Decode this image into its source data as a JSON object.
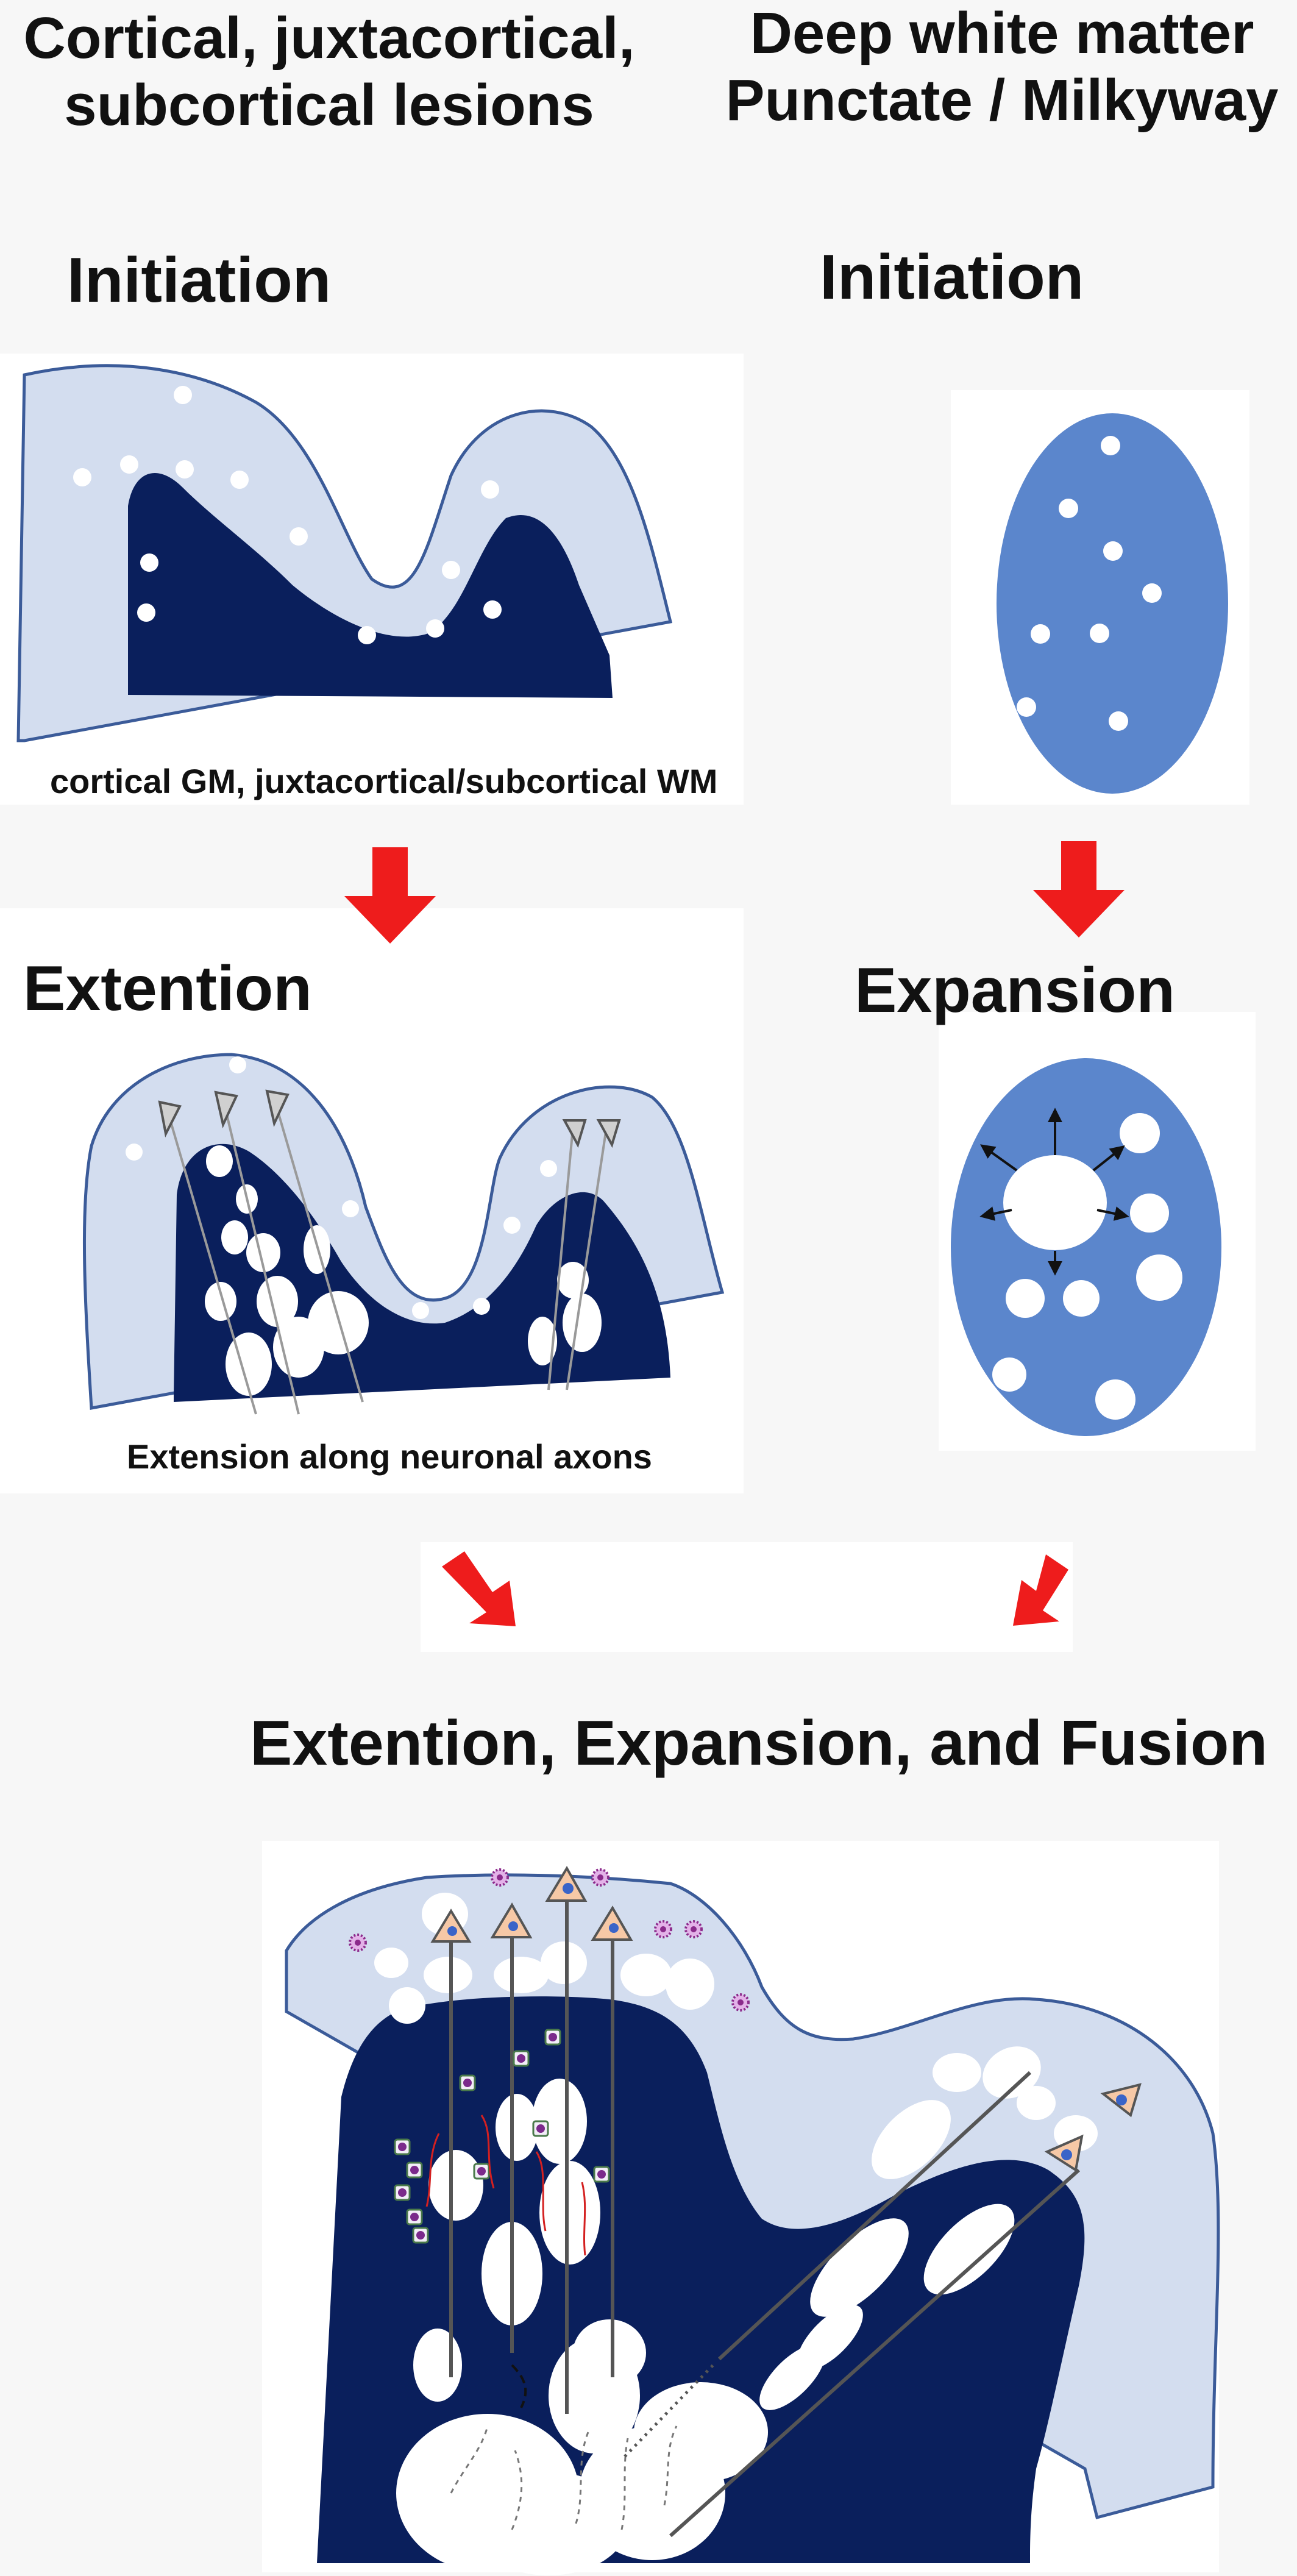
{
  "headers": {
    "left_line1": "Cortical, juxtacortical,",
    "left_line2": "subcortical lesions",
    "right_line1": "Deep white matter",
    "right_line2": "Punctate / Milkyway"
  },
  "stages": {
    "left_initiation": "Initiation",
    "right_initiation": "Initiation",
    "left_extention": "Extention",
    "right_expansion": "Expansion",
    "final": "Extention, Expansion, and Fusion"
  },
  "captions": {
    "initiation_left": "cortical GM, juxtacortical/subcortical WM",
    "extention_left": "Extension along neuronal axons"
  },
  "colors": {
    "gray_matter": "#d3ddef",
    "white_matter": "#0a1f5c",
    "deep_wm_oval": "#5b86cc",
    "arrow_red": "#ee1c1c",
    "neuron": "#f6c8a6",
    "nucleus": "#3a64c8",
    "microglia": "#8b2a8b"
  },
  "icons": [
    "down-arrow-icon",
    "diagonal-arrow-icon",
    "neuron-icon",
    "microglia-icon",
    "lymphocyte-icon"
  ]
}
